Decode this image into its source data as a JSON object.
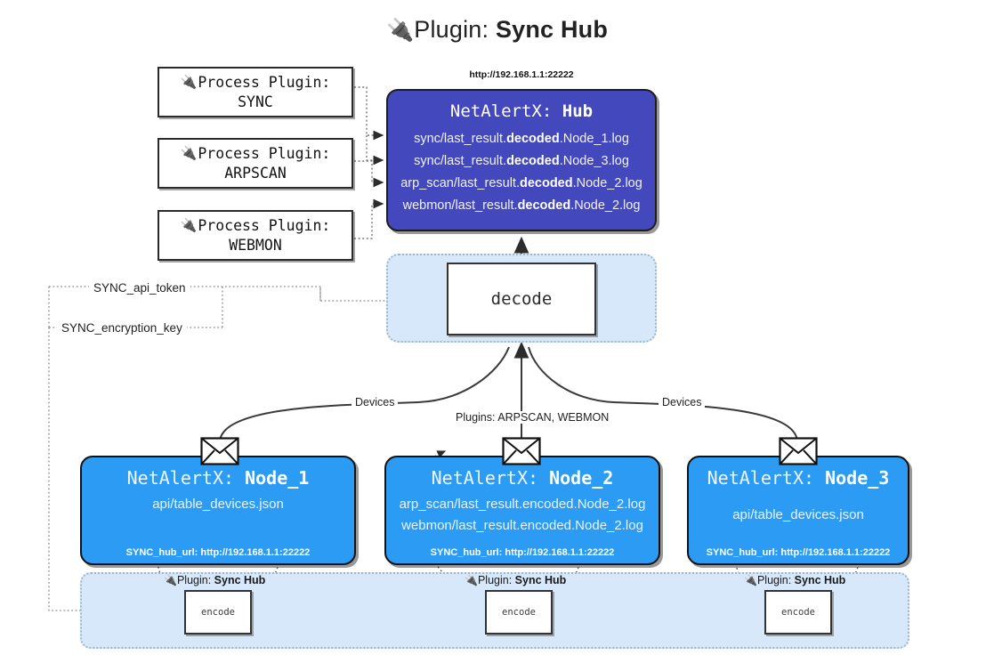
{
  "header": {
    "plug_icon": "🔌",
    "prefix": "Plugin: ",
    "name": "Sync Hub"
  },
  "colors": {
    "hub_fill": "#4348bd",
    "node_fill": "#2b9bf4",
    "panel_fill": "#d6e8fa",
    "panel_border": "#9fb7cc",
    "box_border": "#2b2b2b"
  },
  "process_plugins": [
    {
      "line1": "Process Plugin:",
      "line2": "SYNC",
      "icon": "🔌"
    },
    {
      "line1": "Process Plugin:",
      "line2": "ARPSCAN",
      "icon": "🔌"
    },
    {
      "line1": "Process Plugin:",
      "line2": "WEBMON",
      "icon": "🔌"
    }
  ],
  "hub": {
    "url": "http://192.168.1.1:22222",
    "title_prefix": "NetAlertX: ",
    "title_name": "Hub",
    "lines": [
      {
        "pre": "sync/last_result.",
        "strong": "decoded",
        "post": ".Node_1.log"
      },
      {
        "pre": "sync/last_result.",
        "strong": "decoded",
        "post": ".Node_3.log"
      },
      {
        "pre": "arp_scan/last_result.",
        "strong": "decoded",
        "post": ".Node_2.log"
      },
      {
        "pre": "webmon/last_result.",
        "strong": "decoded",
        "post": ".Node_2.log"
      }
    ]
  },
  "decode": {
    "label": "decode"
  },
  "secrets": [
    {
      "label": "SYNC_api_token"
    },
    {
      "label": "SYNC_encryption_key"
    }
  ],
  "edge_labels": {
    "devices_left": "Devices",
    "devices_right": "Devices",
    "plugins_middle": "Plugins: ARPSCAN, WEBMON"
  },
  "nodes": [
    {
      "title_prefix": "NetAlertX: ",
      "title_name": "Node_1",
      "lines": [
        "api/table_devices.json"
      ],
      "footer": "SYNC_hub_url: http://192.168.1.1:22222"
    },
    {
      "title_prefix": "NetAlertX: ",
      "title_name": "Node_2",
      "lines": [
        "arp_scan/last_result.encoded.Node_2.log",
        "webmon/last_result.encoded.Node_2.log"
      ],
      "footer": "SYNC_hub_url: http://192.168.1.1:22222"
    },
    {
      "title_prefix": "NetAlertX: ",
      "title_name": "Node_3",
      "lines": [
        "api/table_devices.json"
      ],
      "footer": "SYNC_hub_url: http://192.168.1.1:22222"
    }
  ],
  "encoders": [
    {
      "caption_icon": "🔌",
      "caption_prefix": "Plugin: ",
      "caption_name": "Sync Hub",
      "box_label": "encode"
    },
    {
      "caption_icon": "🔌",
      "caption_prefix": "Plugin: ",
      "caption_name": "Sync Hub",
      "box_label": "encode"
    },
    {
      "caption_icon": "🔌",
      "caption_prefix": "Plugin: ",
      "caption_name": "Sync Hub",
      "box_label": "encode"
    }
  ]
}
